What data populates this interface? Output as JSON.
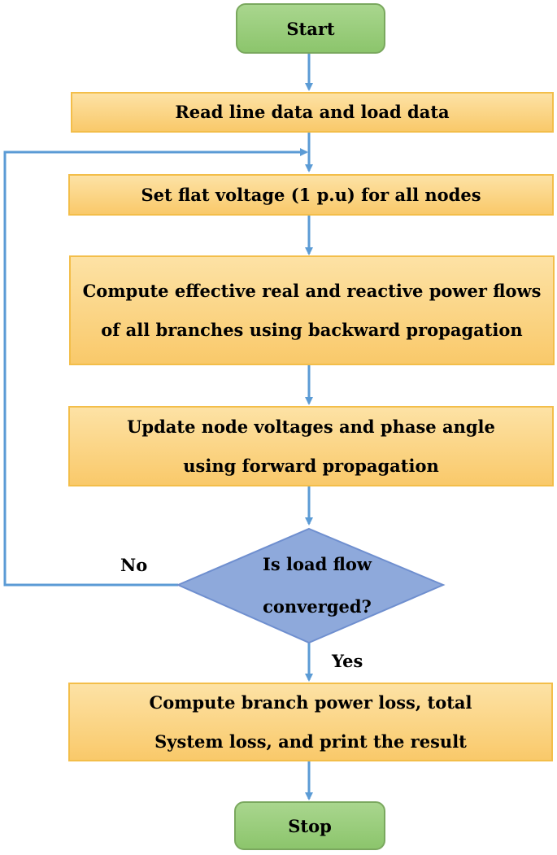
{
  "start": "Start",
  "stop": "Stop",
  "steps": {
    "read": "Read line data and load data",
    "flat": "Set flat voltage (1 p.u) for all nodes",
    "backward": "Compute effective real and reactive power flows of all branches using backward propagation",
    "forward": "Update node voltages and phase angle using forward propagation",
    "result": "Compute branch power loss, total System loss, and print the result"
  },
  "decision": "Is load flow converged?",
  "labels": {
    "no": "No",
    "yes": "Yes"
  },
  "colors": {
    "arrow": "#5b9bd5",
    "terminal": "#8cc56c",
    "process": "#f9c96a",
    "decision": "#8ea9db"
  }
}
